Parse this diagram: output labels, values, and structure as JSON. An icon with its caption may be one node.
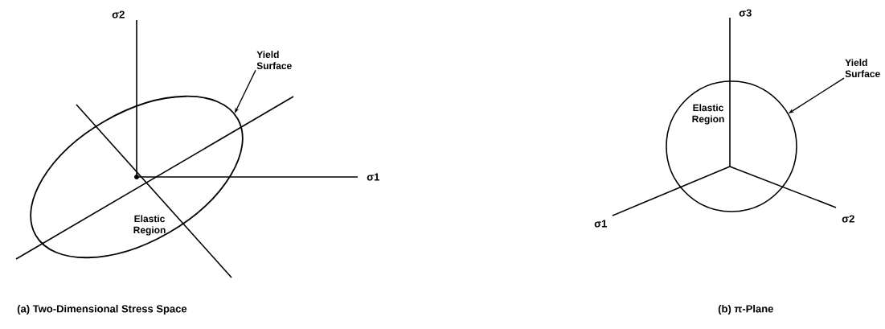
{
  "diagram": {
    "nodes": [
      {
        "text": [
          "Yield Surface"
        ]
      },
      {
        "text": [
          "Elastic Region"
        ]
      },
      {
        "text": [
          "Yield Surface"
        ]
      },
      {
        "text": [
          "Elastic Region"
        ]
      }
    ],
    "edges": [
      {
        "from": 0,
        "to": 1,
        "arrow": "to"
      },
      {
        "from": 2,
        "to": 3,
        "arrow": "to"
      }
    ],
    "labels": [
      "σ2",
      "σ1",
      "(a) Two-Dimensional Stress Space",
      "σ3",
      "σ1",
      "σ2",
      "(b) π-Plane"
    ]
  }
}
